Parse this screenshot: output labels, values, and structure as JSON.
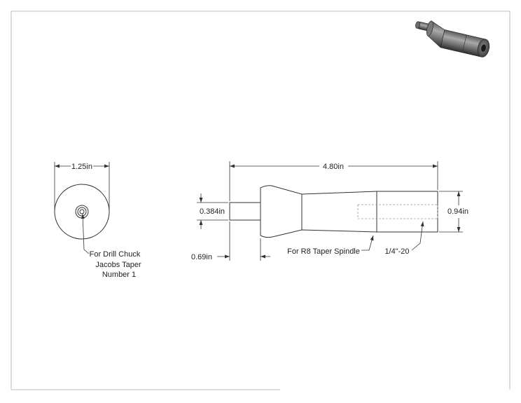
{
  "colors": {
    "line": "#333333",
    "dim": "#333333",
    "hidden": "#9a9a9a",
    "part_light": "#ececec",
    "part_mid": "#9e9e9e",
    "part_dark": "#4a4a4a"
  },
  "front_view": {
    "diameter_dim": "1.25in",
    "note_line1": "For Drill Chuck",
    "note_line2": "Jacobs Taper",
    "note_line3": "Number 1"
  },
  "side_view": {
    "length_dim": "4.80in",
    "tip_diameter_dim": "0.384in",
    "tip_length_dim": "0.69in",
    "body_diameter_dim": "0.94in",
    "taper_note": "For R8 Taper Spindle",
    "thread_note": "1/4\"-20"
  },
  "iso_view": {
    "icon": "iso-3d-part-icon"
  }
}
